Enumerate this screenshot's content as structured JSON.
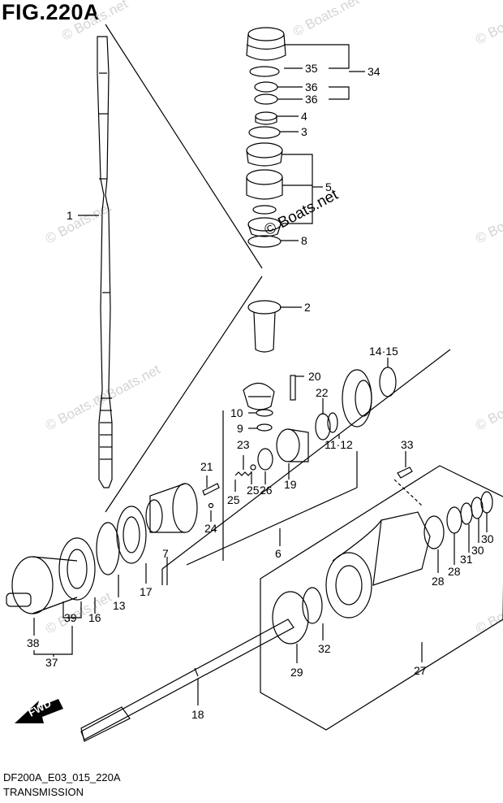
{
  "figure": {
    "title": "FIG.220A",
    "code": "DF200A_E03_015_220A",
    "name": "TRANSMISSION",
    "watermark": "© Boats.net",
    "watermark_main": "© Boats.net",
    "fwd_label": "FWD"
  },
  "callouts": [
    "1",
    "2",
    "3",
    "4",
    "5",
    "6",
    "7",
    "8",
    "9",
    "10",
    "11·12",
    "13",
    "14·15",
    "16",
    "17",
    "18",
    "19",
    "20",
    "21",
    "22",
    "23",
    "24",
    "25",
    "25",
    "26",
    "27",
    "28",
    "28",
    "29",
    "30",
    "30",
    "31",
    "32",
    "33",
    "34",
    "35",
    "36",
    "36",
    "37",
    "38",
    "39"
  ]
}
